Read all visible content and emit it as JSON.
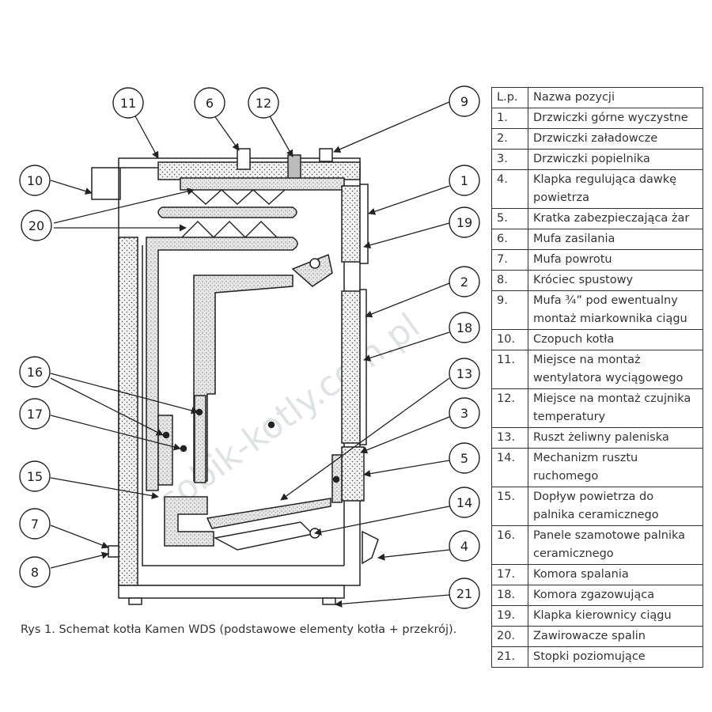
{
  "caption": "Rys 1. Schemat kotła Kamen WDS (podstawowe elementy kotła + przekrój).",
  "watermark": "sobik-kotly.com.pl",
  "legend": {
    "headers": {
      "lp": "L.p.",
      "name": "Nazwa pozycji"
    },
    "rows": [
      {
        "lp": "1.",
        "name": "Drzwiczki górne wyczystne"
      },
      {
        "lp": "2.",
        "name": "Drzwiczki załadowcze"
      },
      {
        "lp": "3.",
        "name": "Drzwiczki popielnika"
      },
      {
        "lp": "4.",
        "name": "Klapka regulująca dawkę powietrza"
      },
      {
        "lp": "5.",
        "name": "Kratka zabezpieczająca żar"
      },
      {
        "lp": "6.",
        "name": "Mufa zasilania"
      },
      {
        "lp": "7.",
        "name": "Mufa powrotu"
      },
      {
        "lp": "8.",
        "name": "Króciec spustowy"
      },
      {
        "lp": "9.",
        "name": "Mufa ¾” pod ewentualny montaż miarkownika ciągu"
      },
      {
        "lp": "10.",
        "name": "Czopuch kotła"
      },
      {
        "lp": "11.",
        "name": "Miejsce na montaż wentylatora wyciągowego"
      },
      {
        "lp": "12.",
        "name": "Miejsce na montaż czujnika temperatury"
      },
      {
        "lp": "13.",
        "name": "Ruszt żeliwny paleniska"
      },
      {
        "lp": "14.",
        "name": "Mechanizm rusztu ruchomego"
      },
      {
        "lp": "15.",
        "name": "Dopływ powietrza do palnika ceramicznego"
      },
      {
        "lp": "16.",
        "name": "Panele szamotowe palnika ceramicznego"
      },
      {
        "lp": "17.",
        "name": "Komora spalania"
      },
      {
        "lp": "18.",
        "name": "Komora zgazowująca"
      },
      {
        "lp": "19.",
        "name": "Klapka kierownicy ciągu"
      },
      {
        "lp": "20.",
        "name": "Zawirowacze spalin"
      },
      {
        "lp": "21.",
        "name": "Stopki poziomujące"
      }
    ]
  },
  "callouts": [
    "11",
    "6",
    "12",
    "9",
    "10",
    "20",
    "1",
    "19",
    "2",
    "18",
    "16",
    "13",
    "17",
    "3",
    "5",
    "15",
    "14",
    "7",
    "4",
    "8",
    "21"
  ]
}
